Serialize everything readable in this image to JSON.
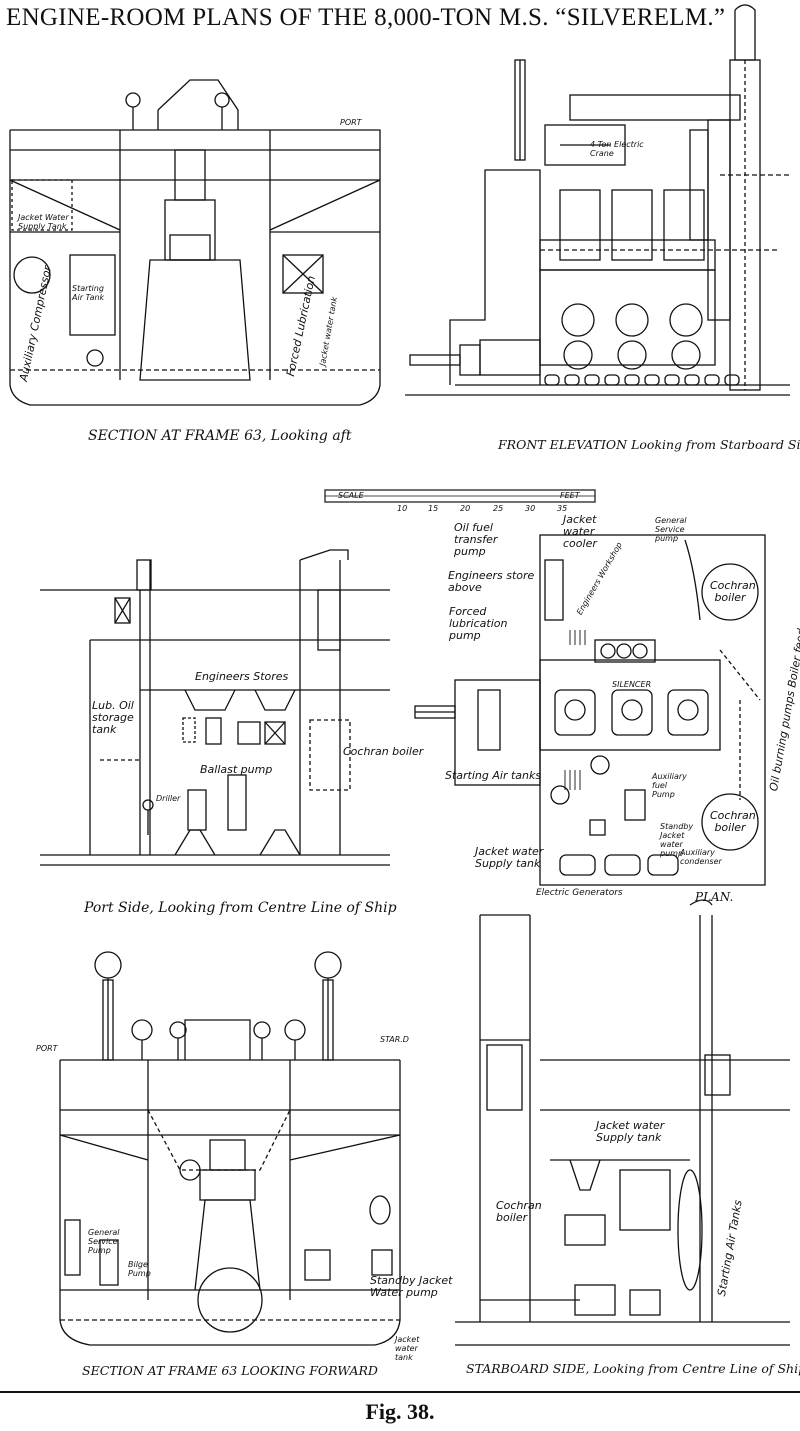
{
  "title": "ENGINE-ROOM PLANS OF THE 8,000-TON M.S. “SILVERELM.”",
  "captions": {
    "section_aft": "SECTION AT FRAME 63, Looking aft",
    "front_elevation": "FRONT ELEVATION Looking from Starboard Side",
    "port_side": "Port Side, Looking from Centre Line of Ship",
    "plan": "PLAN.",
    "section_forward": "SECTION AT FRAME 63 LOOKING FORWARD",
    "starboard_side": "STARBOARD SIDE, Looking from Centre Line of Ship"
  },
  "scale_bar": {
    "label_scale": "SCALE",
    "label_feet": "FEET",
    "ticks": [
      "10",
      "15",
      "20",
      "25",
      "30",
      "35"
    ]
  },
  "labels": {
    "port_top": "PORT",
    "jacket_water_supply_tank": "Jacket Water Supply Tank",
    "starting_air_tank": "Starting Air Tank",
    "auxiliary_compressor": "Auxiliary Compressor",
    "forced_lubrication": "Forced Lubrication",
    "jacket_water_tank": "Jacket water tank",
    "electric_crane": "4 Ton Electric Crane",
    "engineers_stores": "Engineers Stores",
    "lub_oil_storage_tank": "Lub. Oil storage tank",
    "ballast_pump": "Ballast pump",
    "driller": "Driller",
    "cochran_boiler": "Cochran boiler",
    "oil_fuel_transfer_pump": "Oil fuel transfer pump",
    "jacket_water_cooler": "Jacket water cooler",
    "general_service_pump": "General Service pump",
    "engineers_store_above": "Engineers store above",
    "engineers_workshop": "Engineers Workshop",
    "forced_lubrication_pump": "Forced lubrication pump",
    "cochran_boiler_plan_1": "Cochran boiler",
    "silencer": "SILENCER",
    "oil_burning_pumps": "Oil burning pumps Boiler feed pumps",
    "starting_air_tanks": "Starting Air tanks",
    "auxiliary_fuel_pump": "Auxiliary fuel Pump",
    "standby_jacket_water_pump_plan": "Standby Jacket water pump",
    "auxiliary_condenser": "Auxiliary condenser",
    "cochran_boiler_plan_2": "Cochran boiler",
    "jacket_water_supply_tank_plan": "Jacket water Supply tank",
    "electric_generators": "Electric Generators",
    "port_bottom": "PORT",
    "starboard_bottom": "STAR.D",
    "general_service_pump_fwd": "General Service Pump",
    "bilge_pump": "Bilge Pump",
    "standby_jacket_water_pump": "Standby Jacket Water pump",
    "jacket_water_tank_fwd": "Jacket water tank",
    "jacket_water_supply_tank_stbd": "Jacket water Supply tank",
    "cochran_boiler_stbd": "Cochran boiler",
    "starting_air_tanks_stbd": "Starting Air Tanks"
  },
  "figure_label": "Fig. 38."
}
